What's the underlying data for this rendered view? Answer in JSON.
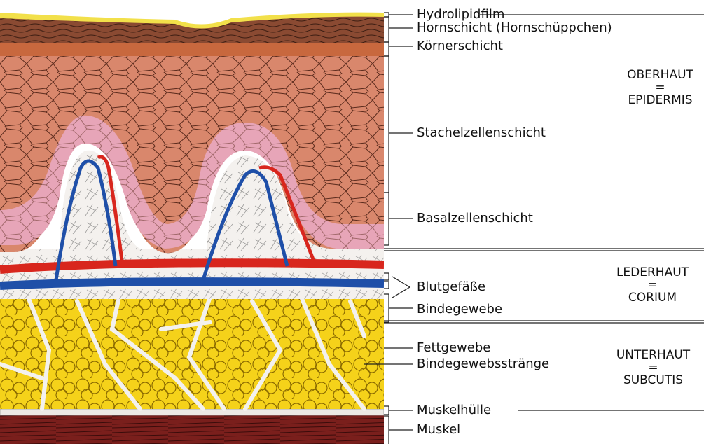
{
  "labels": {
    "hydrolipidfilm": "Hydrolipidfilm",
    "hornschicht": "Hornschicht (Hornschüppchen)",
    "koernerschicht": "Körnerschicht",
    "stachelzellenschicht": "Stachelzellenschicht",
    "basalzellenschicht": "Basalzellenschicht",
    "blutgefaesse": "Blutgefäße",
    "bindegewebe": "Bindegewebe",
    "fettgewebe": "Fettgewebe",
    "bindegewebsstraenge": "Bindegewebsstränge",
    "muskelhuelle": "Muskelhülle",
    "muskel": "Muskel"
  },
  "sections": {
    "epidermis": {
      "name": "OBERHAUT",
      "eq": "=",
      "latin": "EPIDERMIS"
    },
    "corium": {
      "name": "LEDERHAUT",
      "eq": "=",
      "latin": "CORIUM"
    },
    "subcutis": {
      "name": "UNTERHAUT",
      "eq": "=",
      "latin": "SUBCUTIS"
    }
  },
  "colors": {
    "hydrolipid_film": "#f2e04a",
    "horny_layer": "#8a4a32",
    "spiny_layer": "#d9876c",
    "basal_layer": "#e7a5b8",
    "dermis": "#f4f1ee",
    "artery": "#d8261d",
    "vein": "#1f4fa8",
    "fat": "#f5d21a",
    "muscle": "#7a1f1c"
  }
}
